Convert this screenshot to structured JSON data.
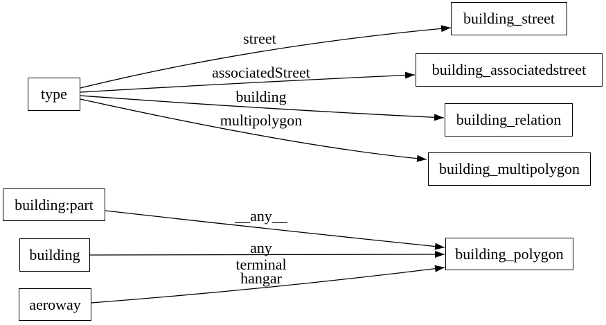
{
  "diagram": {
    "type": "directed-graph",
    "colors": {
      "background": "#ffffff",
      "node_border": "#000000",
      "node_fill": "#ffffff",
      "edge": "#000000",
      "text": "#000000"
    },
    "nodes": [
      {
        "id": "type",
        "label": "type"
      },
      {
        "id": "building_street",
        "label": "building_street"
      },
      {
        "id": "building_associatedstreet",
        "label": "building_associatedstreet"
      },
      {
        "id": "building_relation",
        "label": "building_relation"
      },
      {
        "id": "building_multipolygon",
        "label": "building_multipolygon"
      },
      {
        "id": "building:part",
        "label": "building:part"
      },
      {
        "id": "building",
        "label": "building"
      },
      {
        "id": "aeroway",
        "label": "aeroway"
      },
      {
        "id": "building_polygon",
        "label": "building_polygon"
      }
    ],
    "edges": [
      {
        "from": "type",
        "to": "building_street",
        "label": "street"
      },
      {
        "from": "type",
        "to": "building_associatedstreet",
        "label": "associatedStreet"
      },
      {
        "from": "type",
        "to": "building_relation",
        "label": "building"
      },
      {
        "from": "type",
        "to": "building_multipolygon",
        "label": "multipolygon"
      },
      {
        "from": "building:part",
        "to": "building_polygon",
        "label": "__any__"
      },
      {
        "from": "building",
        "to": "building_polygon",
        "label": "__any__"
      },
      {
        "from": "aeroway",
        "to": "building_polygon",
        "label": "terminal",
        "label_line2": "hangar"
      }
    ]
  }
}
